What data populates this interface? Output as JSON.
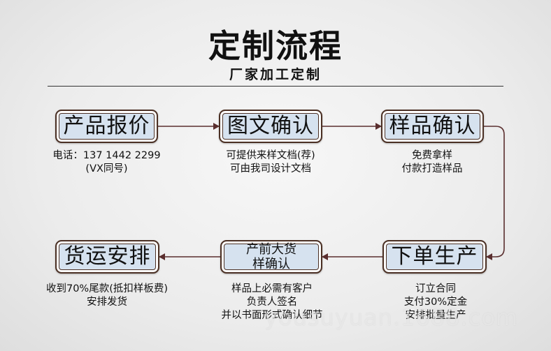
{
  "header": {
    "title": "定制流程",
    "subtitle": "厂家加工定制"
  },
  "steps": [
    {
      "label": "产品报价",
      "desc": [
        "电话：137 1442 2299",
        "(VX同号)"
      ]
    },
    {
      "label": "图文确认",
      "desc": [
        "可提供来样文档(荐)",
        "可由我司设计文档"
      ]
    },
    {
      "label": "样品确认",
      "desc": [
        "免费拿样",
        "付款打造样品"
      ]
    },
    {
      "label": "下单生产",
      "desc": [
        "订立合同",
        "支付30%定金",
        "安排批量生产"
      ]
    },
    {
      "label": "产前大货\n样确认",
      "desc": [
        "样品上必需有客户",
        "负责人签名",
        "并以书面形式确认细节"
      ]
    },
    {
      "label": "货运安排",
      "desc": [
        "收到70%尾款(抵扣样板费)",
        "安排发货"
      ]
    }
  ],
  "watermark": "yousuyuan.1688.com",
  "colors": {
    "box_fill": "#d6e2ef",
    "box_border": "#4b3024",
    "arrow": "#5a2e2e"
  }
}
